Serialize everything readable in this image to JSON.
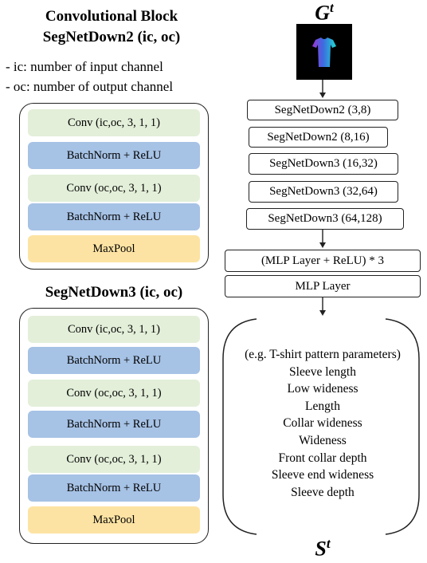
{
  "left": {
    "block_title_line1": "Convolutional Block",
    "block_title_line2": "SegNetDown2 (ic, oc)",
    "desc_ic": "- ic: number of input channel",
    "desc_oc": "- oc: number of output channel",
    "segnetdown2_layers": [
      "Conv (ic,oc, 3, 1, 1)",
      "BatchNorm + ReLU",
      "Conv (oc,oc, 3, 1, 1)",
      "BatchNorm + ReLU",
      "MaxPool"
    ],
    "segnetdown3_title": "SegNetDown3 (ic, oc)",
    "segnetdown3_layers": [
      "Conv (ic,oc, 3, 1, 1)",
      "BatchNorm + ReLU",
      "Conv (oc,oc, 3, 1, 1)",
      "BatchNorm + ReLU",
      "Conv (oc,oc, 3, 1, 1)",
      "BatchNorm + ReLU",
      "MaxPool"
    ]
  },
  "right": {
    "input_symbol": "G",
    "input_superscript": "t",
    "network": [
      "SegNetDown2 (3,8)",
      "SegNetDown2 (8,16)",
      "SegNetDown3 (16,32)",
      "SegNetDown3 (32,64)",
      "SegNetDown3 (64,128)",
      "(MLP Layer + ReLU) * 3",
      "MLP Layer"
    ],
    "output_lines": [
      "(e.g. T-shirt pattern parameters)",
      "Sleeve length",
      "Low wideness",
      "Length",
      "Collar wideness",
      "Wideness",
      "Front collar depth",
      "Sleeve end wideness",
      "Sleeve depth"
    ],
    "output_symbol": "S",
    "output_superscript": "t"
  },
  "colors": {
    "conv": "#e3efd9",
    "batchnorm": "#a6c2e5",
    "maxpool": "#fde3a3"
  }
}
